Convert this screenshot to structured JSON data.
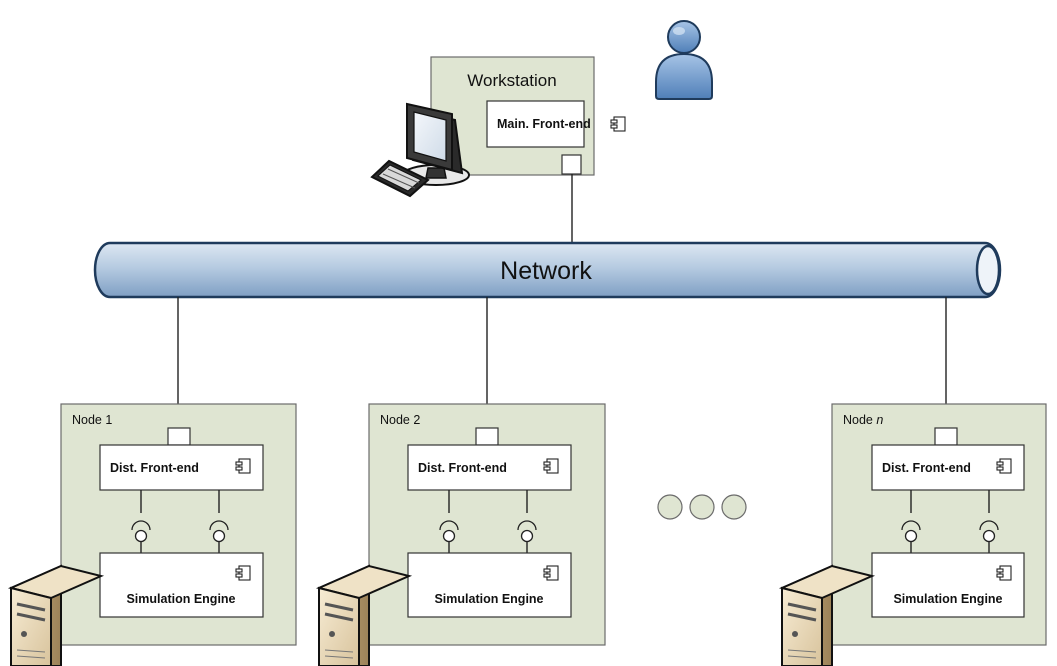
{
  "workstation": {
    "label": "Workstation",
    "component": "Main. Front-end"
  },
  "network": {
    "label": "Network"
  },
  "nodes": [
    {
      "label_prefix": "Node",
      "label_suffix": "1",
      "front_end": "Dist. Front-end",
      "engine": "Simulation Engine"
    },
    {
      "label_prefix": "Node",
      "label_suffix": "2",
      "front_end": "Dist. Front-end",
      "engine": "Simulation Engine"
    },
    {
      "label_prefix": "Node",
      "label_suffix": "n",
      "front_end": "Dist. Front-end",
      "engine": "Simulation Engine"
    }
  ],
  "icons": {
    "user": "user-icon",
    "workstation": "computer-monitor-icon",
    "keyboard": "keyboard-icon",
    "server": "server-tower-icon",
    "component": "uml-component-icon",
    "ellipsis": "ellipsis-dots"
  },
  "colors": {
    "node_fill": "#dfe5d2",
    "network_fill": "#b9cde2",
    "network_stroke": "#1f3b5c",
    "user_fill": "#6f99c9"
  }
}
